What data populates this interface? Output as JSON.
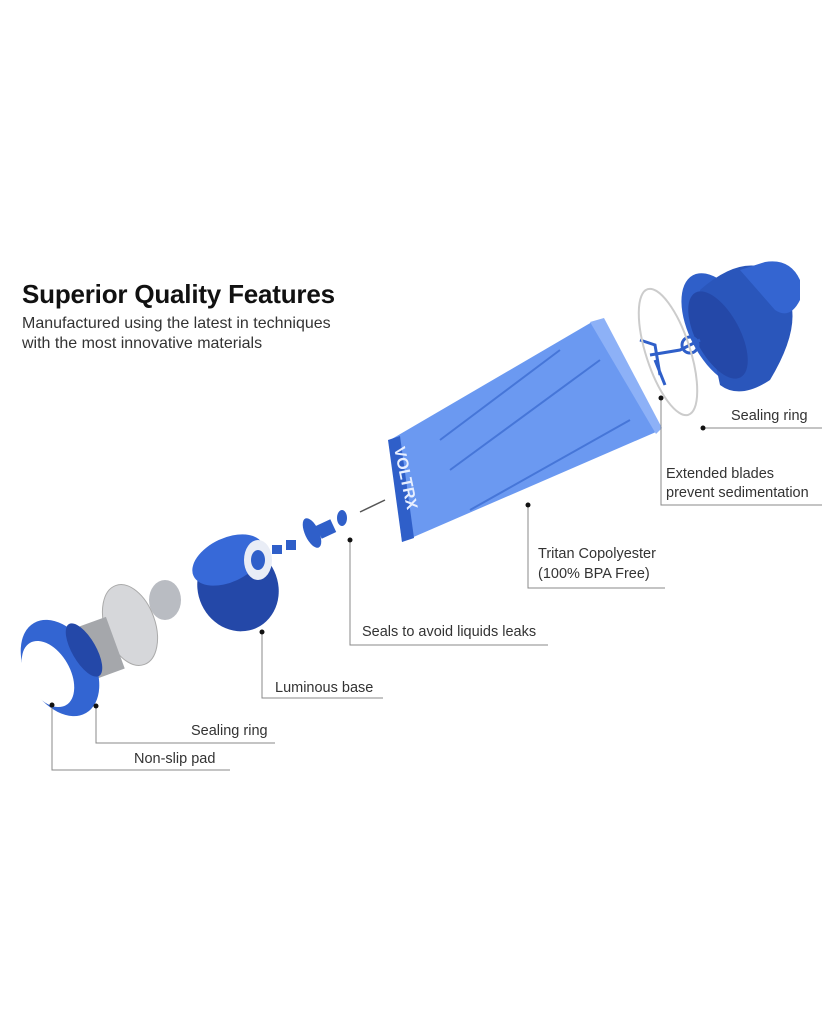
{
  "header": {
    "title": "Superior Quality Features",
    "subtitle_line1": "Manufactured using the latest in techniques",
    "subtitle_line2": "with the most innovative materials"
  },
  "product": {
    "brand_logo": "VOLTRX",
    "accent_color": "#2f5fc9"
  },
  "callouts": {
    "lid_sealing_ring": "Sealing ring",
    "blades_line1": "Extended blades",
    "blades_line2": "prevent sedimentation",
    "cup_line1": "Tritan Copolyester",
    "cup_line2": "(100% BPA Free)",
    "seals": "Seals to avoid liquids leaks",
    "base": "Luminous base",
    "base_sealing_ring": "Sealing ring",
    "pad": "Non-slip pad"
  }
}
